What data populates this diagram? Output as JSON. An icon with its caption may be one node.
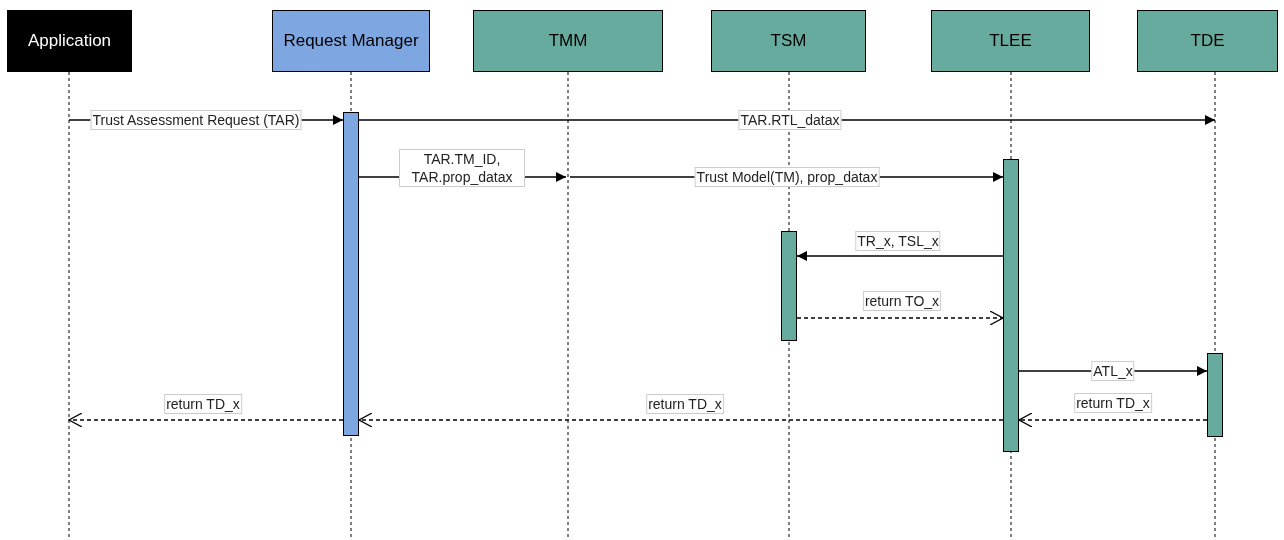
{
  "diagram": {
    "nodes": [
      {
        "text": [
          "Application"
        ]
      },
      {
        "text": [
          "Request Manager"
        ]
      },
      {
        "text": [
          "TMM"
        ]
      },
      {
        "text": [
          "TSM"
        ]
      },
      {
        "text": [
          "TLEE"
        ]
      },
      {
        "text": [
          "TDE"
        ]
      },
      {
        "text": [],
        "shape": "bar"
      },
      {
        "text": [],
        "shape": "bar"
      },
      {
        "text": [],
        "shape": "bar"
      },
      {
        "text": [],
        "shape": "bar"
      }
    ],
    "edges": [
      {
        "from": null,
        "to": 6,
        "arrow": "to",
        "label": "Trust Assessment Request (TAR)"
      },
      {
        "from": 6,
        "to": null,
        "arrow": "to",
        "label": "TAR.RTL_datax"
      },
      {
        "from": 6,
        "to": null,
        "arrow": "to",
        "label": "TAR.TM_ID, TAR.prop_datax"
      },
      {
        "from": null,
        "to": 7,
        "arrow": "to",
        "label": "Trust Model(TM), prop_datax"
      },
      {
        "from": 7,
        "to": 8,
        "arrow": "to",
        "label": "TR_x, TSL_x"
      },
      {
        "from": 8,
        "to": 7,
        "arrow": "to",
        "label": "return TO_x",
        "style": "dashed"
      },
      {
        "from": 7,
        "to": 9,
        "arrow": "to",
        "label": "ATL_x"
      },
      {
        "from": 9,
        "to": 7,
        "arrow": "to",
        "label": "return TD_x",
        "style": "dashed"
      },
      {
        "from": 7,
        "to": 6,
        "arrow": "to",
        "label": "return TD_x",
        "style": "dashed"
      },
      {
        "from": 6,
        "to": null,
        "arrow": "to",
        "label": "return TD_x",
        "style": "dashed"
      }
    ]
  }
}
